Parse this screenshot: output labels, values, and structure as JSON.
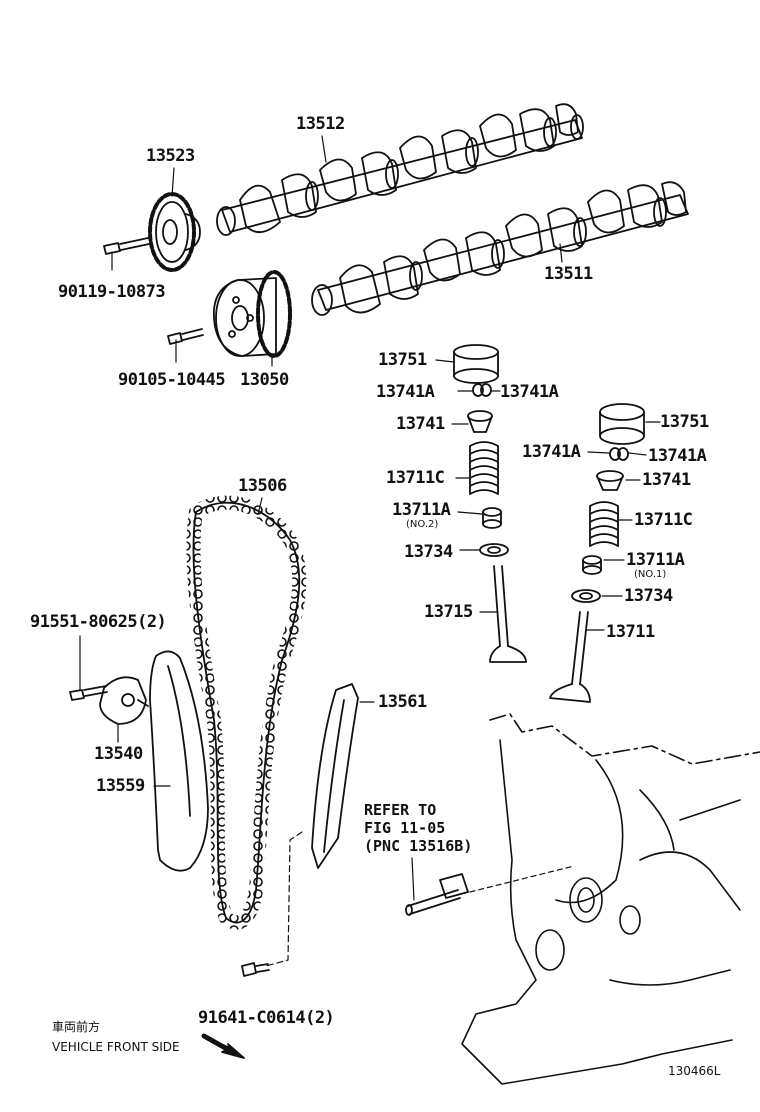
{
  "labels": {
    "p13512": "13512",
    "p13523": "13523",
    "p13511": "13511",
    "p90119": "90119-10873",
    "p90105": "90105-10445",
    "p13050": "13050",
    "p13751a": "13751",
    "p13741a_pair_top_left": "13741A",
    "p13741a_pair_top_right": "13741A",
    "p13741_top": "13741",
    "p13711c_top": "13711C",
    "p13711a_top": "13711A",
    "p13711a_top_sub": "(NO.2)",
    "p13734_top": "13734",
    "p13715": "13715",
    "p13751b": "13751",
    "p13741a_pair_bot_left": "13741A",
    "p13741a_pair_bot_right": "13741A",
    "p13741_bot": "13741",
    "p13711c_bot": "13711C",
    "p13711a_bot": "13711A",
    "p13711a_bot_sub": "(NO.1)",
    "p13734_bot": "13734",
    "p13711": "13711",
    "p13506": "13506",
    "p91551": "91551-80625(2)",
    "p13540": "13540",
    "p13559": "13559",
    "p13561": "13561",
    "p91641": "91641-C0614(2)"
  },
  "reference_note": {
    "line1": "REFER TO",
    "line2": "FIG 11-05",
    "line3": "(PNC 13516B)"
  },
  "direction_note": {
    "japanese": "車両前方",
    "english": "VEHICLE FRONT SIDE"
  },
  "illustration_code": "130466L",
  "colors": {
    "ink": "#111111",
    "paper": "#ffffff"
  }
}
